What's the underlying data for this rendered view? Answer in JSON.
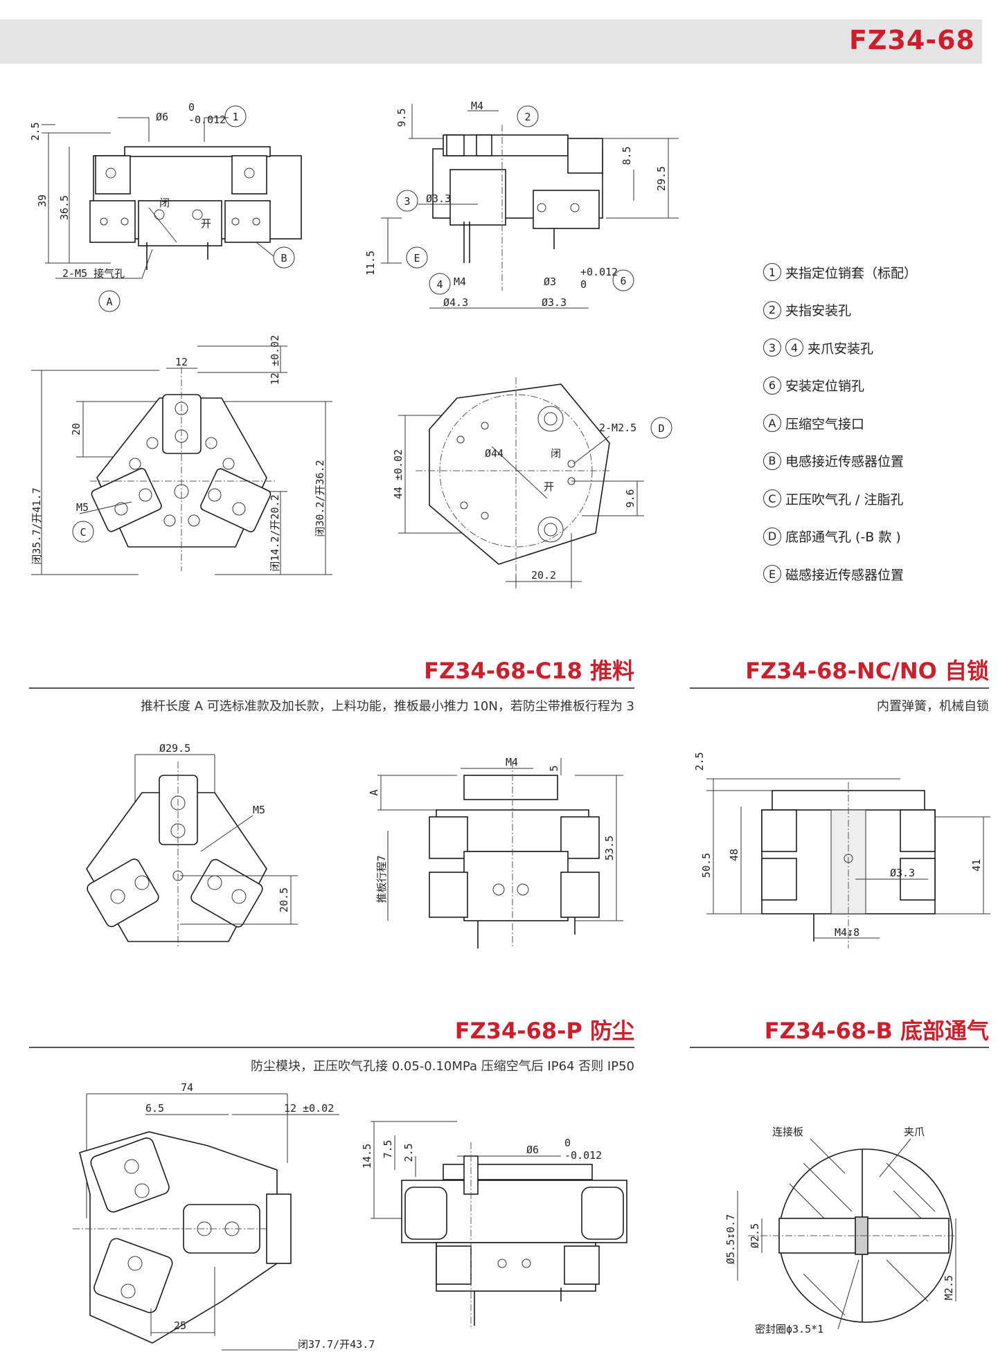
{
  "header": {
    "model": "FZ34-68"
  },
  "legend": [
    {
      "badge": "1",
      "text": "夹指定位销套（标配）"
    },
    {
      "badge": "2",
      "text": "夹指安装孔"
    },
    {
      "badge": "3",
      "badge2": "4",
      "text": "夹爪安装孔"
    },
    {
      "badge": "6",
      "text": "安装定位销孔"
    },
    {
      "badge": "A",
      "text": "压缩空气接口"
    },
    {
      "badge": "B",
      "text": "电感接近传感器位置"
    },
    {
      "badge": "C",
      "text": "正压吹气孔 / 注脂孔"
    },
    {
      "badge": "D",
      "text": "底部通气孔 (-B 款 )"
    },
    {
      "badge": "E",
      "text": "磁感接近传感器位置"
    }
  ],
  "sections": {
    "c18": {
      "title": "FZ34-68-C18 推料",
      "desc": "推杆长度 A 可选标准款及加长款，上料功能，推板最小推力 10N，若防尘带推板行程为 3"
    },
    "nc": {
      "title": "FZ34-68-NC/NO 自锁",
      "desc": "内置弹簧，机械自锁"
    },
    "p": {
      "title": "FZ34-68-P 防尘",
      "desc": "防尘模块，正压吹气孔接 0.05-0.10MPa 压缩空气后 IP64 否则 IP50"
    },
    "b": {
      "title": "FZ34-68-B 底部通气",
      "desc": ""
    }
  },
  "dims": {
    "v1": {
      "d25": "2.5",
      "d39": "39",
      "d365": "36.5",
      "phi6": "Ø6",
      "tol0": "0",
      "tolm": "-0.012",
      "m5": "2-M5 接气孔",
      "b1": "1",
      "bB": "B",
      "bA": "A",
      "close": "闭",
      "open": "开"
    },
    "v2": {
      "d95": "9.5",
      "m4": "M4",
      "d85": "8.5",
      "d295": "29.5",
      "d115": "11.5",
      "phi33": "Ø3.3",
      "phi3": "Ø3",
      "tolp": "+0.012",
      "tol0": "0",
      "phi43": "Ø4.3",
      "b2": "2",
      "b3": "3",
      "b4": "4",
      "b6": "6",
      "bE": "E"
    },
    "v3": {
      "d12": "12",
      "d12t": "12 ±0.02",
      "d20": "20",
      "m5": "M5",
      "open1": "闭35.7/开41.7",
      "open2": "闭14.2/开20.2",
      "open3": "闭30.2/开36.2",
      "bC": "C"
    },
    "v4": {
      "m25": "2-M2.5",
      "phi44": "Ø44",
      "d44": "44 ±0.02",
      "d96": "9.6",
      "d202": "20.2",
      "close": "闭",
      "open": "开",
      "bD": "D"
    },
    "v5": {
      "phi295": "Ø29.5",
      "m5": "M5",
      "d205": "20.5"
    },
    "v6": {
      "m4": "M4",
      "d5": "5",
      "a": "A",
      "d535": "53.5",
      "stroke": "推板行程7"
    },
    "v7": {
      "d25": "2.5",
      "d505": "50.5",
      "d48": "48",
      "d41": "41",
      "phi33": "Ø3.3",
      "m4": "M4↧8"
    },
    "v8": {
      "d74": "74",
      "d65": "6.5",
      "d12": "12 ±0.02",
      "d25": "25",
      "open": "闭37.7/开43.7"
    },
    "v9": {
      "d145": "14.5",
      "d75": "7.5",
      "d25": "2.5",
      "phi6": "Ø6",
      "tol0": "0",
      "tolm": "-0.012"
    },
    "v10": {
      "plate": "连接板",
      "jaw": "夹爪",
      "phi55": "Ø5.5↧0.7",
      "phi25": "Ø2.5",
      "m25": "M2.5",
      "seal": "密封圈ϕ3.5*1"
    }
  }
}
